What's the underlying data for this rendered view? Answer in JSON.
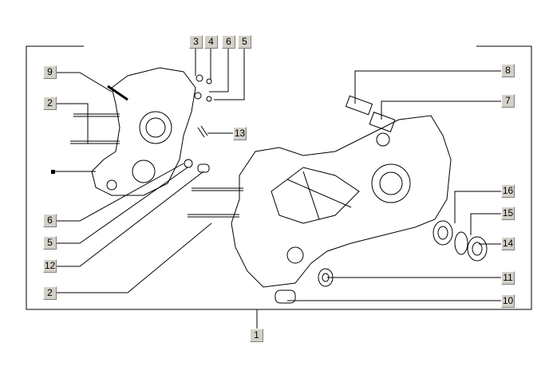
{
  "title": "Crankcase exploded parts diagram",
  "callouts": {
    "top": [
      "3",
      "4",
      "6",
      "5"
    ],
    "left": [
      "9",
      "2",
      "6",
      "5",
      "12",
      "2"
    ],
    "right": [
      "8",
      "7",
      "16",
      "15",
      "14",
      "11",
      "10"
    ],
    "center": "13",
    "bottom": "1"
  }
}
